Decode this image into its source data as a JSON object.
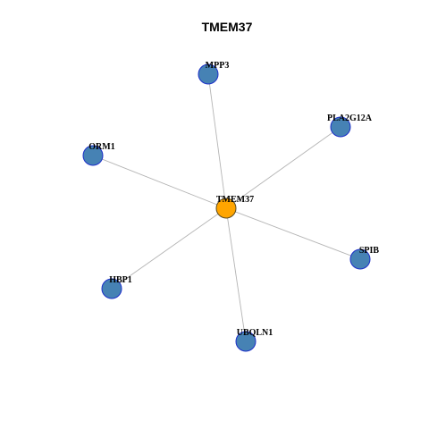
{
  "title": "TMEM37",
  "colors": {
    "hub_fill": "#ffa500",
    "leaf_fill": "#4682b4",
    "leaf_stroke": "#1c2fc9",
    "edge": "#b4b4b4"
  },
  "nodes": [
    {
      "id": "TMEM37",
      "label": "TMEM37",
      "role": "hub"
    },
    {
      "id": "MPP3",
      "label": "MPP3",
      "role": "leaf"
    },
    {
      "id": "PLA2G12A",
      "label": "PLA2G12A",
      "role": "leaf"
    },
    {
      "id": "ORM1",
      "label": "ORM1",
      "role": "leaf"
    },
    {
      "id": "SPIB",
      "label": "SPIB",
      "role": "leaf"
    },
    {
      "id": "HBP1",
      "label": "HBP1",
      "role": "leaf"
    },
    {
      "id": "UBQLN1",
      "label": "UBQLN1",
      "role": "leaf"
    }
  ],
  "edges": [
    {
      "source": "TMEM37",
      "target": "MPP3"
    },
    {
      "source": "TMEM37",
      "target": "PLA2G12A"
    },
    {
      "source": "TMEM37",
      "target": "ORM1"
    },
    {
      "source": "TMEM37",
      "target": "SPIB"
    },
    {
      "source": "TMEM37",
      "target": "HBP1"
    },
    {
      "source": "TMEM37",
      "target": "UBQLN1"
    }
  ]
}
